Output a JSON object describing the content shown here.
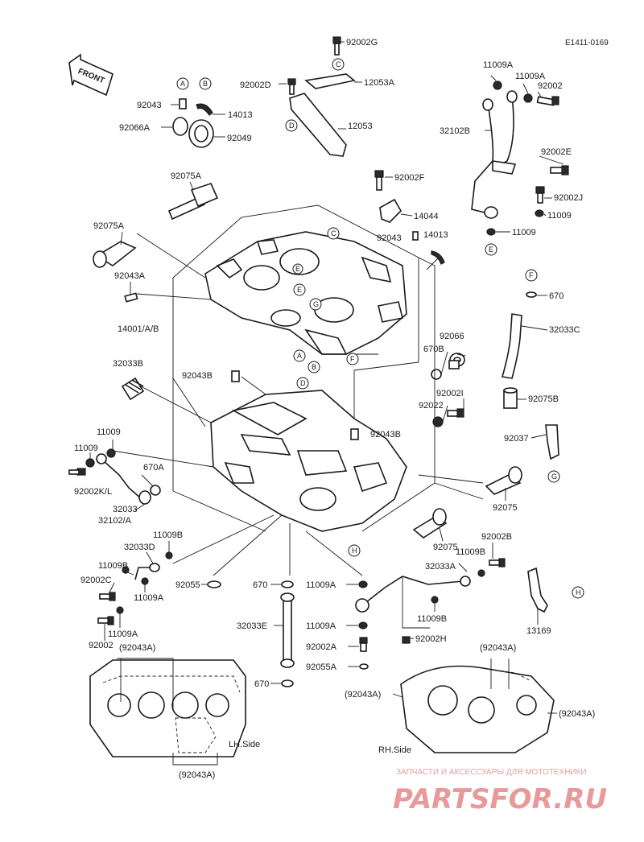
{
  "diagram_code": "E1411-0169",
  "front_label": "FRONT",
  "side_labels": {
    "left": "LH.Side",
    "right": "RH.Side"
  },
  "watermark": {
    "tagline": "ЗАПЧАСТИ И АКСЕССУАРЫ ДЛЯ МОТОТЕХНИКИ",
    "logo": "PARTSFOR.RU"
  },
  "part_labels": [
    {
      "id": "92002G",
      "text": "92002G"
    },
    {
      "id": "12053A",
      "text": "12053A"
    },
    {
      "id": "92002D",
      "text": "92002D"
    },
    {
      "id": "12053",
      "text": "12053"
    },
    {
      "id": "92043",
      "text": "92043"
    },
    {
      "id": "14013a",
      "text": "14013"
    },
    {
      "id": "92066A",
      "text": "92066A"
    },
    {
      "id": "92049",
      "text": "92049"
    },
    {
      "id": "92075A",
      "text": "92075A"
    },
    {
      "id": "92002F",
      "text": "92002F"
    },
    {
      "id": "14044",
      "text": "14044"
    },
    {
      "id": "92043b",
      "text": "92043"
    },
    {
      "id": "14013b",
      "text": "14013"
    },
    {
      "id": "92075A2",
      "text": "92075A"
    },
    {
      "id": "92043A",
      "text": "92043A"
    },
    {
      "id": "14001AB",
      "text": "14001/A/B"
    },
    {
      "id": "32033B",
      "text": "32033B"
    },
    {
      "id": "92043B",
      "text": "92043B"
    },
    {
      "id": "92043B2",
      "text": "92043B"
    },
    {
      "id": "11009a",
      "text": "11009A"
    },
    {
      "id": "11009b",
      "text": "11009A"
    },
    {
      "id": "92002a",
      "text": "92002"
    },
    {
      "id": "32102B",
      "text": "32102B"
    },
    {
      "id": "92002E",
      "text": "92002E"
    },
    {
      "id": "92002J",
      "text": "92002J"
    },
    {
      "id": "11009c",
      "text": "11009"
    },
    {
      "id": "11009d",
      "text": "11009"
    },
    {
      "id": "670a",
      "text": "670"
    },
    {
      "id": "32033C",
      "text": "32033C"
    },
    {
      "id": "92066",
      "text": "92066"
    },
    {
      "id": "670B",
      "text": "670B"
    },
    {
      "id": "92002I",
      "text": "92002I"
    },
    {
      "id": "92022",
      "text": "92022"
    },
    {
      "id": "92075B",
      "text": "92075B"
    },
    {
      "id": "92037",
      "text": "92037"
    },
    {
      "id": "92075a",
      "text": "92075"
    },
    {
      "id": "92075b",
      "text": "92075"
    },
    {
      "id": "11009e",
      "text": "11009"
    },
    {
      "id": "11009f",
      "text": "11009"
    },
    {
      "id": "92002KL",
      "text": "92002K/L"
    },
    {
      "id": "32033",
      "text": "32033"
    },
    {
      "id": "32102A",
      "text": "32102/A"
    },
    {
      "id": "670A",
      "text": "670A"
    },
    {
      "id": "11009B",
      "text": "11009B"
    },
    {
      "id": "32033D",
      "text": "32033D"
    },
    {
      "id": "11009B2",
      "text": "11009B"
    },
    {
      "id": "92002C",
      "text": "92002C"
    },
    {
      "id": "11009A3",
      "text": "11009A"
    },
    {
      "id": "11009A4",
      "text": "11009A"
    },
    {
      "id": "92002b",
      "text": "92002"
    },
    {
      "id": "92055",
      "text": "92055"
    },
    {
      "id": "670b",
      "text": "670"
    },
    {
      "id": "11009A5",
      "text": "11009A"
    },
    {
      "id": "32033E",
      "text": "32033E"
    },
    {
      "id": "11009A6",
      "text": "11009A"
    },
    {
      "id": "92002A",
      "text": "92002A"
    },
    {
      "id": "92055A",
      "text": "92055A"
    },
    {
      "id": "670c",
      "text": "670"
    },
    {
      "id": "32033A",
      "text": "32033A"
    },
    {
      "id": "92002B",
      "text": "92002B"
    },
    {
      "id": "11009B3",
      "text": "11009B"
    },
    {
      "id": "11009B4",
      "text": "11009B"
    },
    {
      "id": "92002H",
      "text": "92002H"
    },
    {
      "id": "13169",
      "text": "13169"
    },
    {
      "id": "p92043A1",
      "text": "(92043A)"
    },
    {
      "id": "p92043A2",
      "text": "(92043A)"
    },
    {
      "id": "p92043A3",
      "text": "(92043A)"
    },
    {
      "id": "p92043A4",
      "text": "(92043A)"
    },
    {
      "id": "p92043A5",
      "text": "(92043A)"
    }
  ],
  "callouts": [
    {
      "id": "cA1",
      "letter": "A"
    },
    {
      "id": "cB1",
      "letter": "B"
    },
    {
      "id": "cC1",
      "letter": "C"
    },
    {
      "id": "cD1",
      "letter": "D"
    },
    {
      "id": "cC2",
      "letter": "C"
    },
    {
      "id": "cE1",
      "letter": "E"
    },
    {
      "id": "cG1",
      "letter": "G"
    },
    {
      "id": "cE2",
      "letter": "E"
    },
    {
      "id": "cA2",
      "letter": "A"
    },
    {
      "id": "cB2",
      "letter": "B"
    },
    {
      "id": "cF1",
      "letter": "F"
    },
    {
      "id": "cE3",
      "letter": "E"
    },
    {
      "id": "cF2",
      "letter": "F"
    },
    {
      "id": "cD2",
      "letter": "D"
    },
    {
      "id": "cG2",
      "letter": "G"
    },
    {
      "id": "cH1",
      "letter": "H"
    },
    {
      "id": "cH2",
      "letter": "H"
    }
  ]
}
